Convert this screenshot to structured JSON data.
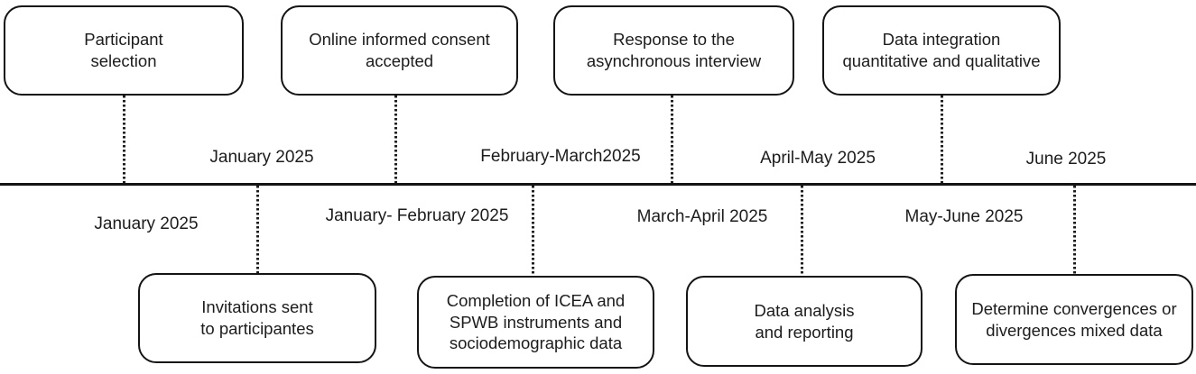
{
  "top_boxes": [
    {
      "label": "Participant\nselection"
    },
    {
      "label": "Online informed consent\naccepted"
    },
    {
      "label": "Response to the\nasynchronous interview"
    },
    {
      "label": "Data integration\nquantitative and qualitative"
    }
  ],
  "bottom_boxes": [
    {
      "label": "Invitations sent\nto participantes"
    },
    {
      "label": "Completion of ICEA and\nSPWB instruments and\nsociodemographic data"
    },
    {
      "label": "Data analysis\nand reporting"
    },
    {
      "label": "Determine convergences or\ndivergences mixed data"
    }
  ],
  "timeline": {
    "labels_above": [
      {
        "text": "January 2025"
      },
      {
        "text": "February-March2025"
      },
      {
        "text": "April-May 2025"
      },
      {
        "text": "June 2025"
      }
    ],
    "labels_below": [
      {
        "text": "January 2025"
      },
      {
        "text": "January- February 2025"
      },
      {
        "text": "March-April 2025"
      },
      {
        "text": "May-June 2025"
      }
    ]
  },
  "colors": {
    "background": "#ffffff",
    "box_fill": "#ffffff",
    "box_border": "#141414",
    "text": "#1c1c1c",
    "timeline_line": "#141414",
    "connector": "#1c1c1c"
  }
}
